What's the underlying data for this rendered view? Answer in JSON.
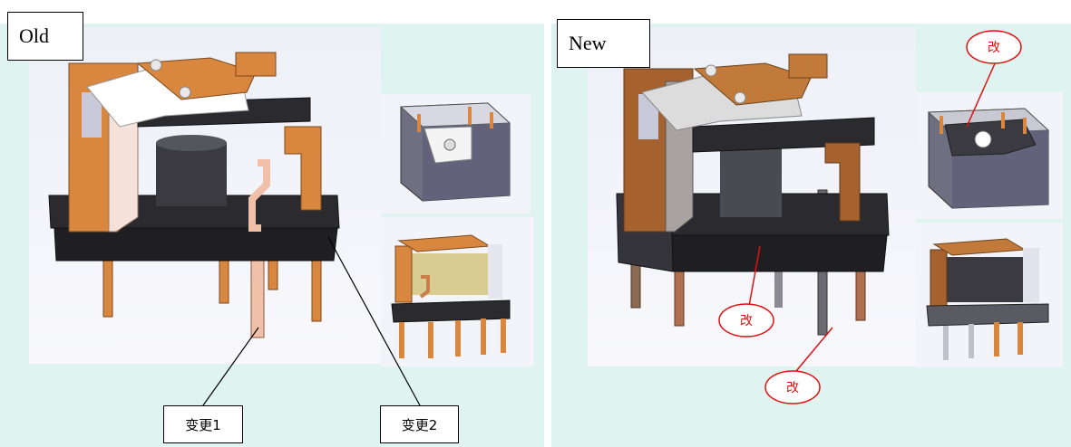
{
  "old_label": "Old",
  "new_label": "New",
  "callouts": {
    "change1": "变更1",
    "change2": "变更2",
    "kai": "改"
  },
  "colors": {
    "background": "#dff4f1",
    "copper": "#d9873f",
    "plastic": "#2b2b2f",
    "marker": "#e01010"
  }
}
